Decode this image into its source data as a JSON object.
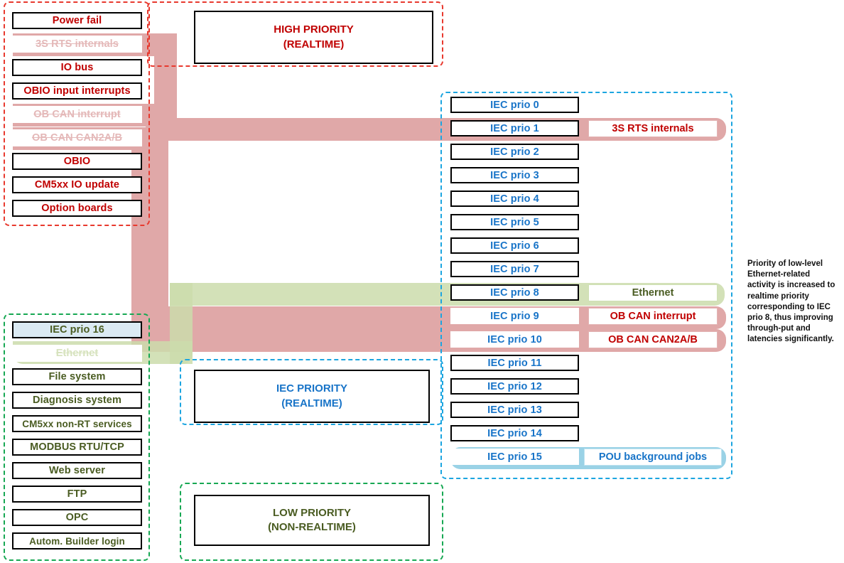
{
  "groups": {
    "high_priority_tasks": {
      "name": "high-priority-task-group"
    },
    "iec_priority_tasks": {
      "name": "iec-priority-task-group"
    },
    "low_priority_tasks": {
      "name": "low-priority-task-group"
    }
  },
  "legend": {
    "high": {
      "line1": "HIGH PRIORITY",
      "line2": "(REALTIME)"
    },
    "iec": {
      "line1": "IEC PRIORITY",
      "line2": "(REALTIME)"
    },
    "low": {
      "line1": "LOW PRIORITY",
      "line2": "(NON-REALTIME)"
    }
  },
  "high_priority_items": [
    {
      "label": "Power fail",
      "state": "normal"
    },
    {
      "label": "3S RTS internals",
      "state": "moved"
    },
    {
      "label": "IO bus",
      "state": "normal"
    },
    {
      "label": "OBIO input interrupts",
      "state": "normal"
    },
    {
      "label": "OB CAN interrupt",
      "state": "moved"
    },
    {
      "label": "OB CAN CAN2A/B",
      "state": "moved"
    },
    {
      "label": "OBIO",
      "state": "normal"
    },
    {
      "label": "CM5xx IO update",
      "state": "normal"
    },
    {
      "label": "Option boards",
      "state": "normal"
    }
  ],
  "low_priority_items": [
    {
      "label": "IEC prio 16",
      "state": "highlight"
    },
    {
      "label": "Ethernet",
      "state": "moved"
    },
    {
      "label": "File system",
      "state": "normal"
    },
    {
      "label": "Diagnosis system",
      "state": "normal"
    },
    {
      "label": "CM5xx non-RT services",
      "state": "normal"
    },
    {
      "label": "MODBUS RTU/TCP",
      "state": "normal"
    },
    {
      "label": "Web server",
      "state": "normal"
    },
    {
      "label": "FTP",
      "state": "normal"
    },
    {
      "label": "OPC",
      "state": "normal"
    },
    {
      "label": "Autom. Builder login",
      "state": "normal"
    }
  ],
  "iec_priorities": [
    {
      "label": "IEC prio 0",
      "tag": null
    },
    {
      "label": "IEC prio 1",
      "tag": "3S RTS internals"
    },
    {
      "label": "IEC prio 2",
      "tag": null
    },
    {
      "label": "IEC prio 3",
      "tag": null
    },
    {
      "label": "IEC prio 4",
      "tag": null
    },
    {
      "label": "IEC prio 5",
      "tag": null
    },
    {
      "label": "IEC prio 6",
      "tag": null
    },
    {
      "label": "IEC prio 7",
      "tag": null
    },
    {
      "label": "IEC prio 8",
      "tag": "Ethernet"
    },
    {
      "label": "IEC prio 9",
      "tag": "OB CAN interrupt"
    },
    {
      "label": "IEC prio 10",
      "tag": "OB CAN CAN2A/B"
    },
    {
      "label": "IEC prio 11",
      "tag": null
    },
    {
      "label": "IEC prio 12",
      "tag": null
    },
    {
      "label": "IEC prio 13",
      "tag": null
    },
    {
      "label": "IEC prio 14",
      "tag": null
    },
    {
      "label": "IEC prio 15",
      "tag": "POU background jobs"
    }
  ],
  "tags": {
    "rts": "3S RTS internals",
    "ethernet": "Ethernet",
    "ob_can_interrupt": "OB CAN interrupt",
    "ob_can_2ab": "OB CAN CAN2A/B",
    "pou": "POU background jobs"
  },
  "annotation": {
    "text": "Priority of low-level Ethernet-related activity is increased to realtime priority corresponding to IEC prio 8, thus improving through-put and latencies significantly."
  },
  "colors": {
    "red_dashed": "#e8392e",
    "blue_dashed": "#1ca5e0",
    "green_dashed": "#17a853",
    "ribbon_pink": "#e0a8a8",
    "ribbon_green": "#cbdcac",
    "ribbon_blue": "#9ad2e6",
    "text_red": "#c00000",
    "text_blue": "#1874c8",
    "text_green": "#4a5c22",
    "fill_lightblue": "#dbeaf3"
  }
}
